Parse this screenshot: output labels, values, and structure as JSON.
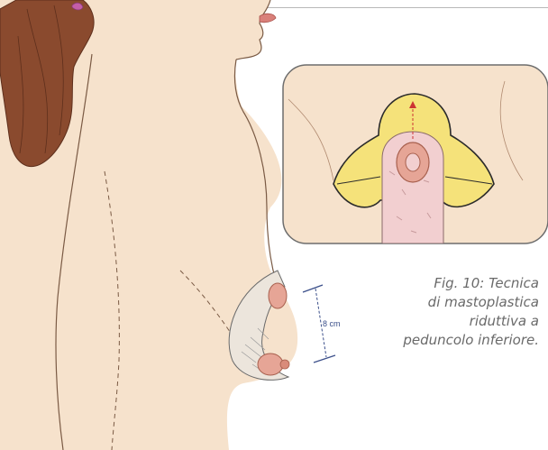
{
  "figure": {
    "caption_lines": [
      "Fig. 10: Tecnica",
      "di mastoplastica",
      "riduttiva a",
      "peduncolo inferiore."
    ],
    "measurement_label": "8 cm"
  },
  "colors": {
    "skin": "#f6e2cc",
    "skin_line": "#7a5a44",
    "hair": "#8a4a2e",
    "hair_dark": "#5e2f1c",
    "lips": "#d9807a",
    "areola": "#e6a596",
    "pedicle": "#f2cfd0",
    "flap_yellow": "#f5e27a",
    "flap_outline": "#2b2b2b",
    "measure_blue": "#3b4f8a",
    "arrow_red": "#cc3333",
    "caption_text": "#6a6a6a",
    "inset_border": "#6d6d6d"
  }
}
